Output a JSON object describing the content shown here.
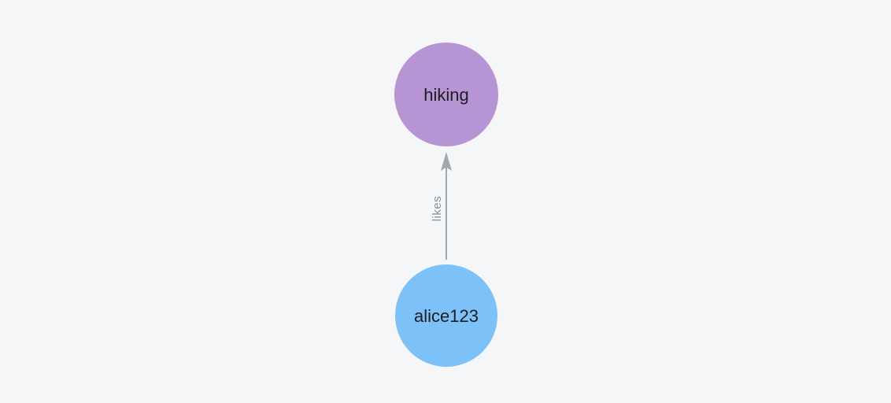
{
  "canvas": {
    "background": "#f5f6f7"
  },
  "graph": {
    "nodes": [
      {
        "id": "hiking",
        "label": "hiking",
        "color": "#b795d4",
        "text_color": "#1c1e21"
      },
      {
        "id": "alice123",
        "label": "alice123",
        "color": "#7cc1f8",
        "text_color": "#1c1e21"
      }
    ],
    "edges": [
      {
        "source": "alice123",
        "target": "hiking",
        "label": "likes",
        "color": "#a3a7af",
        "label_color": "#8b9096"
      }
    ]
  }
}
